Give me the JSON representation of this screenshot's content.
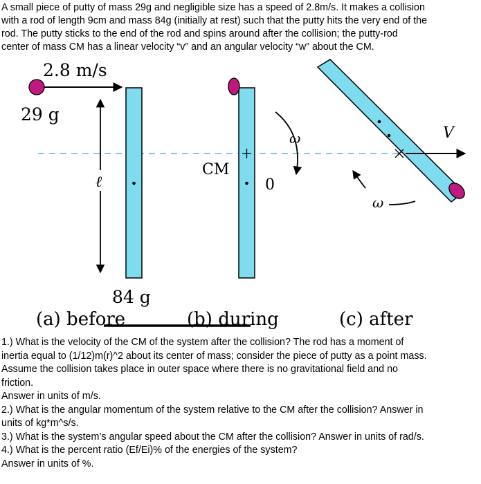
{
  "intro": {
    "line1": "A small piece of putty of mass 29g and negligible size has a speed of 2.8m/s. It makes a collision",
    "line2": "with a rod of length 9cm and mass 84g (initially at rest) such that the putty hits the very end of the",
    "line3": "rod. The putty sticks to the end of the rod and spins around after the collision; the putty-rod",
    "line4": "center of mass CM has a linear velocity “v” and an angular velocity “w” about the CM."
  },
  "figure": {
    "speed_label": "2.8 m/s",
    "putty_mass_label": "29 g",
    "length_symbol": "ℓ",
    "rod_mass_label": "84 g",
    "cm_label": "CM",
    "zero_label": "0",
    "omega_label": "ω",
    "v_label": "V",
    "caption_a": "(a) before",
    "caption_b": "(b) during",
    "caption_c": "(c) after",
    "colors": {
      "rod_fill": "#7fdcef",
      "putty_fill": "#c0187e",
      "dashed_line": "#7fc8e8"
    }
  },
  "questions": {
    "q1_line1": "1.) What is the velocity of the CM of the system after the collision? The rod has a moment of",
    "q1_line2": "inertia equal to (1/12)m(r)^2 about its center of mass; consider the piece of putty as a point mass.",
    "q1_line3": "Assume the collision takes place in outer space where there is no gravitational field and no",
    "q1_line4": "friction.",
    "q1_units": "Answer in units of m/s.",
    "q2_line1": "2.) What is the angular momentum of the system relative to the CM after the collision? Answer in",
    "q2_line2": "units of kg*m^s/s.",
    "q3": "3.) What is the system’s angular speed about the CM after the collision? Answer in units of rad/s.",
    "q4": "4.) What is the percent ratio (Ef/Ei)% of the energies of the system?",
    "q4_units": "Answer in units of %."
  }
}
